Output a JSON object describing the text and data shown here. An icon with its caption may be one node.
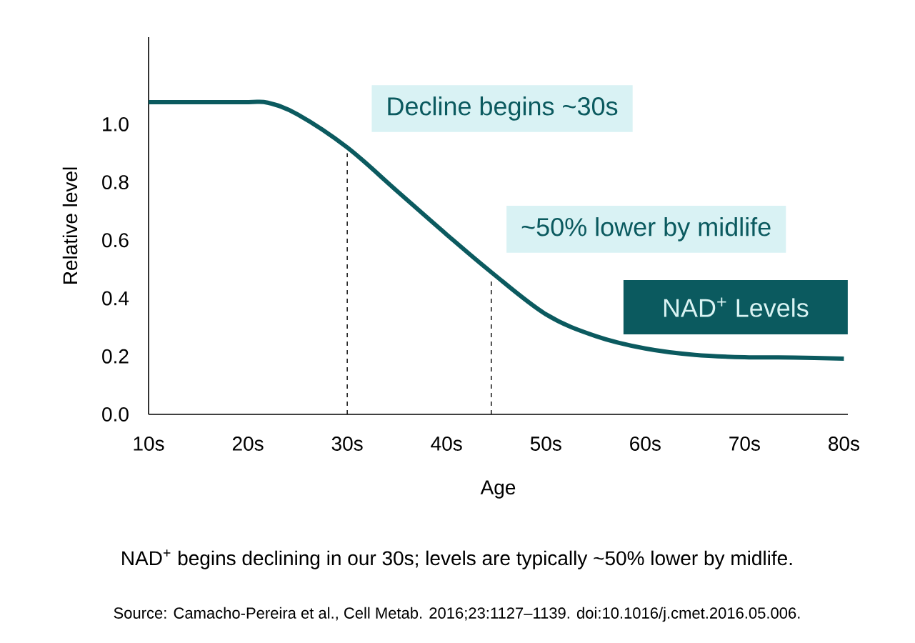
{
  "diagram": {
    "caption": "NAD$^{+}$ begins declining in our 30s; levels are typically ~50% lower by midlife.",
    "labels": [
      "Source: Camacho-Pereira et al., Cell Metab. 2016;23:1127–1139. doi:10.1016/j.cmet.2016.05.006."
    ],
    "chart_data": {
      "type": "line",
      "xlabel": "Age",
      "ylabel": "Relative level",
      "x": [
        10,
        15,
        20,
        22,
        25,
        30,
        35,
        40,
        44.5,
        50,
        55,
        60,
        65,
        70,
        75,
        80
      ],
      "series": [
        {
          "name": "NAD$^{+}$ Levels",
          "color": "#0b5a5f",
          "values": [
            1.076,
            1.076,
            1.076,
            1.074,
            1.034,
            0.92,
            0.77,
            0.62,
            0.49,
            0.345,
            0.27,
            0.227,
            0.205,
            0.197,
            0.196,
            0.192
          ]
        }
      ],
      "xlim": [
        10,
        80.4
      ],
      "ylim": [
        0,
        1.3
      ],
      "xticks": [
        {
          "value": 10,
          "label": "10s"
        },
        {
          "value": 20,
          "label": "20s"
        },
        {
          "value": 30,
          "label": "30s"
        },
        {
          "value": 40,
          "label": "40s"
        },
        {
          "value": 50,
          "label": "50s"
        },
        {
          "value": 60,
          "label": "60s"
        },
        {
          "value": 70,
          "label": "70s"
        },
        {
          "value": 80,
          "label": "80s"
        }
      ],
      "yticks": [
        {
          "value": 0,
          "label": "0.0"
        },
        {
          "value": 0.2,
          "label": "0.2"
        },
        {
          "value": 0.4,
          "label": "0.4"
        },
        {
          "value": 0.6,
          "label": "0.6"
        },
        {
          "value": 0.8,
          "label": "0.8"
        },
        {
          "value": 1.0,
          "label": "1.0"
        }
      ],
      "annotations": [
        {
          "text": "Decline begins ~30s"
        },
        {
          "text": "~50% lower by midlife"
        }
      ],
      "ref_lines": [
        {
          "axis": "x",
          "value": 30
        },
        {
          "axis": "x",
          "value": 44.5
        }
      ]
    }
  }
}
